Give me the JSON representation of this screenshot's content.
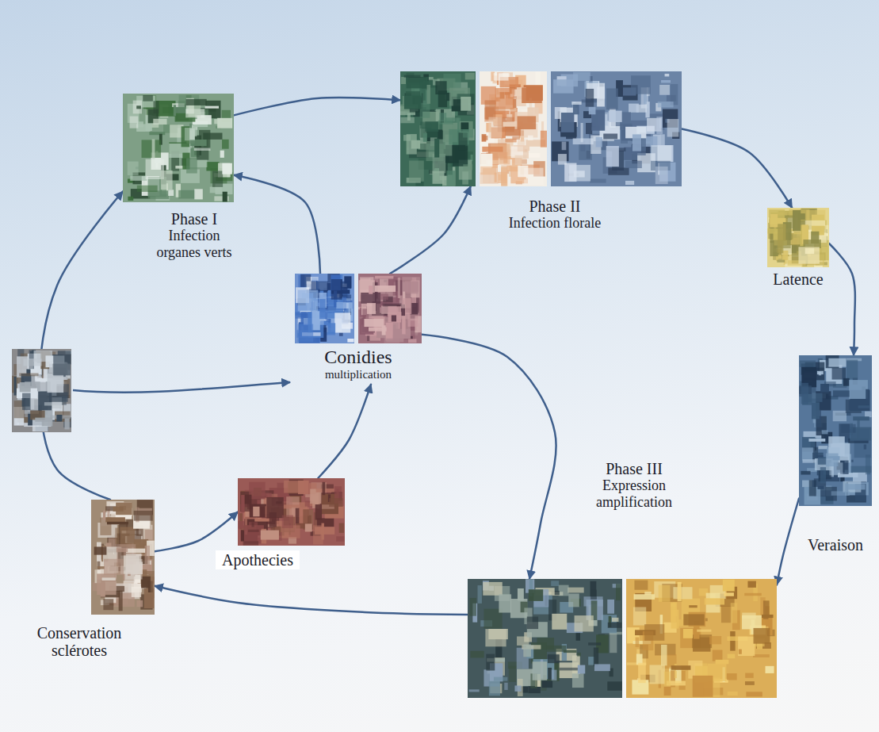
{
  "diagram": {
    "nodes": [
      {
        "text": [
          "Phase I",
          "Infection organes verts"
        ]
      },
      {
        "text": [
          "Phase II",
          "Infection florale"
        ]
      },
      {
        "text": [
          "Latence"
        ]
      },
      {
        "text": [
          "Conidies",
          "multiplication"
        ]
      },
      {
        "text": [
          "Phase III",
          "Expression amplification"
        ]
      },
      {
        "text": [
          "Veraison"
        ]
      },
      {
        "text": [
          "Apothecies"
        ]
      },
      {
        "text": [
          "Conservation sclérotes"
        ]
      }
    ],
    "edges": [
      {
        "from": 7,
        "to": 0,
        "arrow": "to"
      },
      {
        "from": 0,
        "to": 1,
        "arrow": "to"
      },
      {
        "from": 3,
        "to": 0,
        "arrow": "to"
      },
      {
        "from": 3,
        "to": 1,
        "arrow": "to"
      },
      {
        "from": 1,
        "to": 2,
        "arrow": "to"
      },
      {
        "from": 2,
        "to": 5,
        "arrow": "to"
      },
      {
        "from": 5,
        "to": 4,
        "arrow": "to"
      },
      {
        "from": 3,
        "to": 4,
        "arrow": "to"
      },
      {
        "from": 4,
        "to": 7,
        "arrow": "to"
      },
      {
        "from": 7,
        "to": 6,
        "arrow": "to"
      },
      {
        "from": 6,
        "to": 3,
        "arrow": "to"
      }
    ]
  }
}
